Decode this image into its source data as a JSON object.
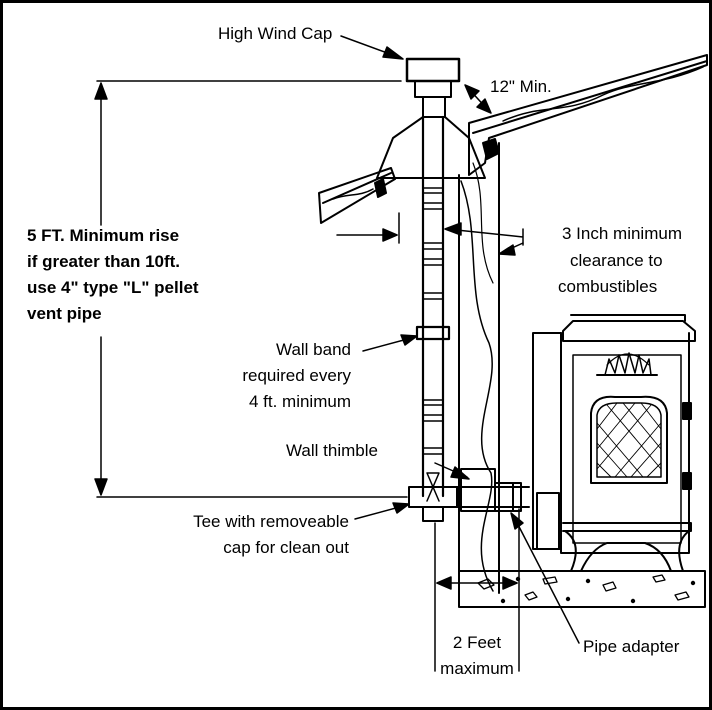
{
  "labels": {
    "high_wind_cap": "High Wind Cap",
    "min_12": "12\" Min.",
    "rise_1": "5 FT. Minimum rise",
    "rise_2": "if greater than 10ft.",
    "rise_3": "use 4\" type \"L\" pellet",
    "rise_4": "vent pipe",
    "clear_1": "3 Inch minimum",
    "clear_2": "clearance to",
    "clear_3": "combustibles",
    "band_1": "Wall band",
    "band_2": "required every",
    "band_3": "4 ft. minimum",
    "thimble": "Wall thimble",
    "tee_1": "Tee with removeable",
    "tee_2": "cap for clean out",
    "adapter": "Pipe adapter",
    "feet_1": "2 Feet",
    "feet_2": "maximum"
  },
  "colors": {
    "line": "#000000",
    "background": "#ffffff"
  }
}
